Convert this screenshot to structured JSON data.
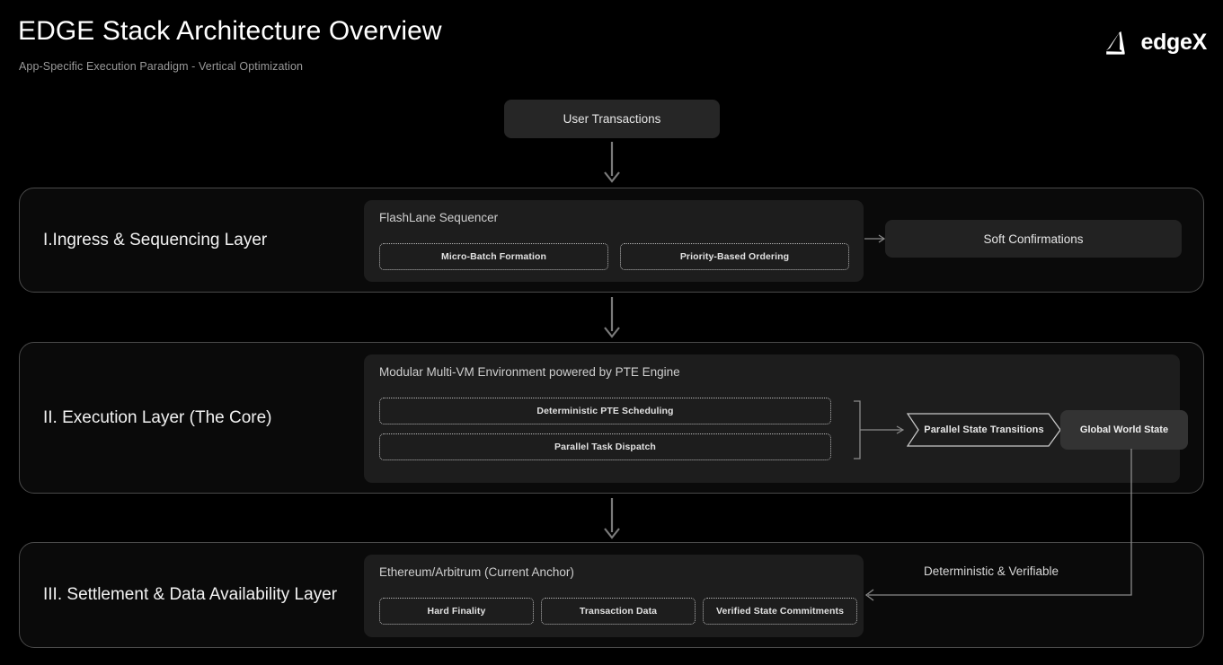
{
  "header": {
    "title": "EDGE Stack Architecture Overview",
    "subtitle": "App-Specific Execution Paradigm - Vertical Optimization",
    "brand_name": "edgeX",
    "brand_mark": "triangle-logo-icon"
  },
  "flow": {
    "entry_node": "User Transactions",
    "arrow_down": "arrow-down-icon"
  },
  "layers": [
    {
      "title": "I.Ingress & Sequencing Layer",
      "panel_title": "FlashLane Sequencer",
      "components": [
        "Micro-Batch Formation",
        "Priority-Based Ordering"
      ],
      "side_node": "Soft Confirmations"
    },
    {
      "title": "II. Execution Layer (The Core)",
      "panel_title": "Modular Multi-VM Environment powered by PTE Engine",
      "components": [
        "Deterministic PTE Scheduling",
        "Parallel Task Dispatch"
      ],
      "chevron_node": "Parallel State Transitions",
      "state_node": "Global World State"
    },
    {
      "title": "III. Settlement & Data Availability Layer",
      "panel_title": "Ethereum/Arbitrum (Current Anchor)",
      "components": [
        "Hard Finality",
        "Transaction Data",
        "Verified State Commitments"
      ]
    }
  ],
  "feedback": {
    "label": "Deterministic & Verifiable",
    "arrow": "arrow-left-icon"
  },
  "colors": {
    "background": "#000000",
    "layer_fill": "#0a0a0a",
    "layer_border": "#4a4a4a",
    "panel_fill": "#1d1d1d",
    "node_fill": "#262626",
    "state_fill": "#333333",
    "text_primary": "#ffffff",
    "text_secondary": "#9a9a9a",
    "connector": "#7a7a7a"
  }
}
